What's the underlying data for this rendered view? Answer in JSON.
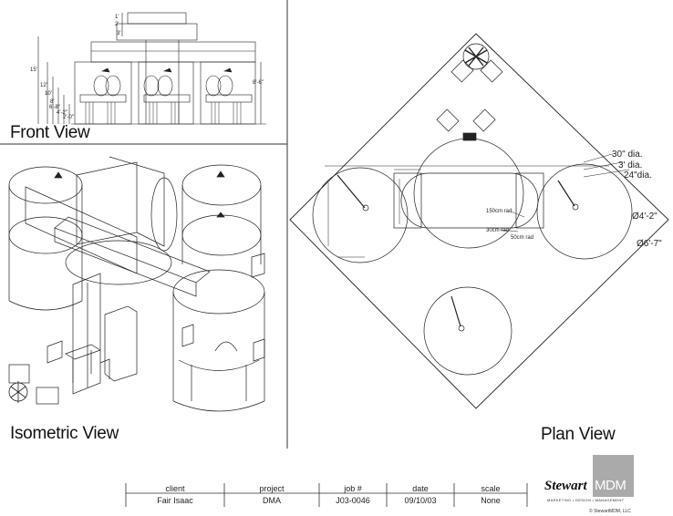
{
  "views": {
    "front": "Front View",
    "isometric": "Isometric View",
    "plan": "Plan View"
  },
  "front_dims": {
    "overall": "15'",
    "d12": "12'",
    "d10": "10'",
    "d8": "8'",
    "d6": "6'-8\"",
    "d4": "4'-2\"",
    "d2": "2'-0\"",
    "side": "8'-6\"",
    "top1": "1'",
    "top2": "2'",
    "top3": "3'"
  },
  "plan_dims": {
    "d30": "30\" dia.",
    "d3": "3' dia.",
    "d24": "24\"dia.",
    "r1": "Ø4'-2\"",
    "r2": "Ø6'-7\"",
    "c1": "150cm rad",
    "c2": "30cm rad",
    "c3": "50cm rad"
  },
  "title_block": {
    "client_label": "client",
    "client": "Fair Isaac",
    "project_label": "project",
    "project": "DMA",
    "job_label": "job #",
    "job": "J03-0046",
    "date_label": "date",
    "date": "09/10/03",
    "scale_label": "scale",
    "scale": "None"
  },
  "logo": {
    "word": "Stewart",
    "mdm": "MDM",
    "tagline": "MARKETING • DESIGN • MANAGEMENT"
  },
  "copyright": "© StewartMDM, LLC"
}
